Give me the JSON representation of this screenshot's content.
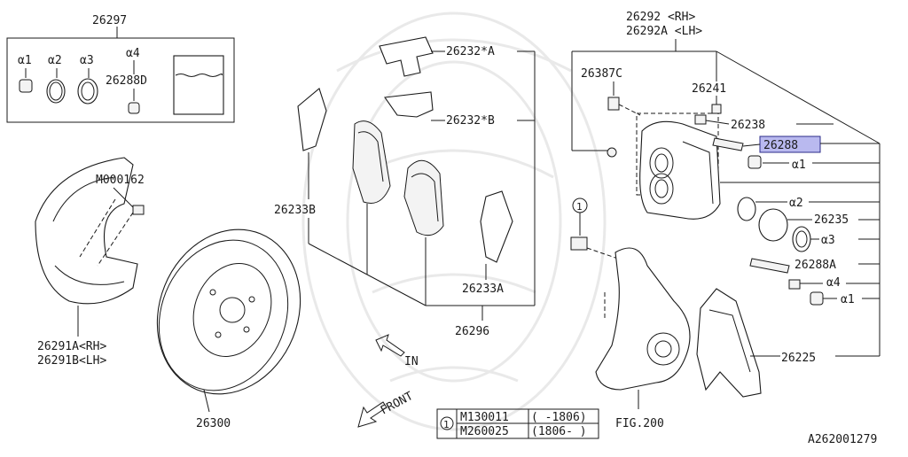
{
  "diagram": {
    "colors": {
      "line": "#1a1a1a",
      "highlight_fill": "#b9b9ef",
      "highlight_border": "#2b2b8a",
      "watermark": "#e9e9e9"
    },
    "callouts": {
      "kit": "26297",
      "a1_top": "α1",
      "a2_top": "α2",
      "a3_top": "α3",
      "a4_top": "α4",
      "pin_kit": "26288D",
      "shield_bolt": "M000162",
      "shield_rh": "26291A<RH>",
      "shield_lh": "26291B<LH>",
      "rotor": "26300",
      "clip_a": "26232*A",
      "clip_b": "26232*B",
      "shim_b": "26233B",
      "shim_a": "26233A",
      "pad_set": "26296",
      "in_label": "IN",
      "front_label": "FRONT",
      "caliper_rh": "26292 <RH>",
      "caliper_lh": "26292A <LH>",
      "bleeder": "26387C",
      "bleeder_cap": "26241",
      "pin": "26238",
      "highlighted": "26288",
      "a1": "α1",
      "a2": "α2",
      "piston": "26235",
      "a3": "α3",
      "pin_a": "26288A",
      "a4": "α4",
      "a1_low": "α1",
      "bracket": "26225",
      "circle_ref": "1",
      "fig": "FIG.200",
      "diagram_id": "A262001279"
    },
    "bolt_table": {
      "rows": [
        {
          "part": "M130011",
          "range": "( -1806)"
        },
        {
          "part": "M260025",
          "range": "(1806- )"
        }
      ]
    }
  }
}
